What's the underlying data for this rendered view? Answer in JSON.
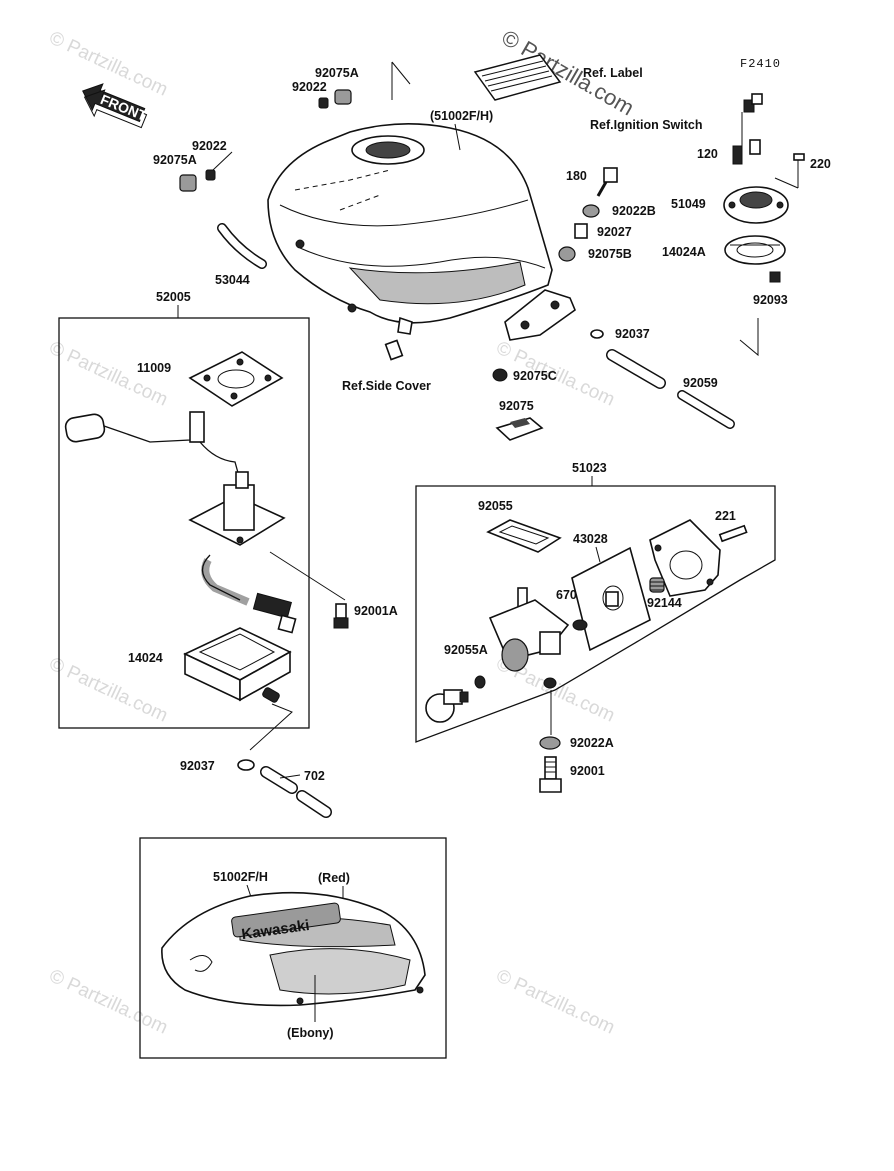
{
  "diagram": {
    "figure_code": "F2410",
    "watermark": {
      "text": "© Partzilla.com"
    },
    "front_label": "FRONT",
    "logo_text": "Kawasaki",
    "labels": {
      "p92075A_top": "92075A",
      "p92022_top": "92022",
      "p92022_left": "92022",
      "p92075A_left": "92075A",
      "p51002FH": "(51002F/H)",
      "ref_label": "Ref. Label",
      "ref_ignition": "Ref.Ignition Switch",
      "p120": "120",
      "p220": "220",
      "p51049": "51049",
      "p14024A": "14024A",
      "p92093": "92093",
      "p180": "180",
      "p92022B": "92022B",
      "p92027": "92027",
      "p92075B": "92075B",
      "p53044": "53044",
      "p52005": "52005",
      "p11009": "11009",
      "ref_side_cover": "Ref.Side Cover",
      "p92037_top": "92037",
      "p92075C": "92075C",
      "p92059": "92059",
      "p92075": "92075",
      "p51023": "51023",
      "p92055": "92055",
      "p43028": "43028",
      "p221": "221",
      "p670": "670",
      "p92144": "92144",
      "p92001A": "92001A",
      "p92055A": "92055A",
      "p14024": "14024",
      "p92022A": "92022A",
      "p92001": "92001",
      "p92037_bottom": "92037",
      "p702": "702",
      "p51002FH_inset": "51002F/H",
      "red": "(Red)",
      "ebony": "(Ebony)"
    }
  }
}
